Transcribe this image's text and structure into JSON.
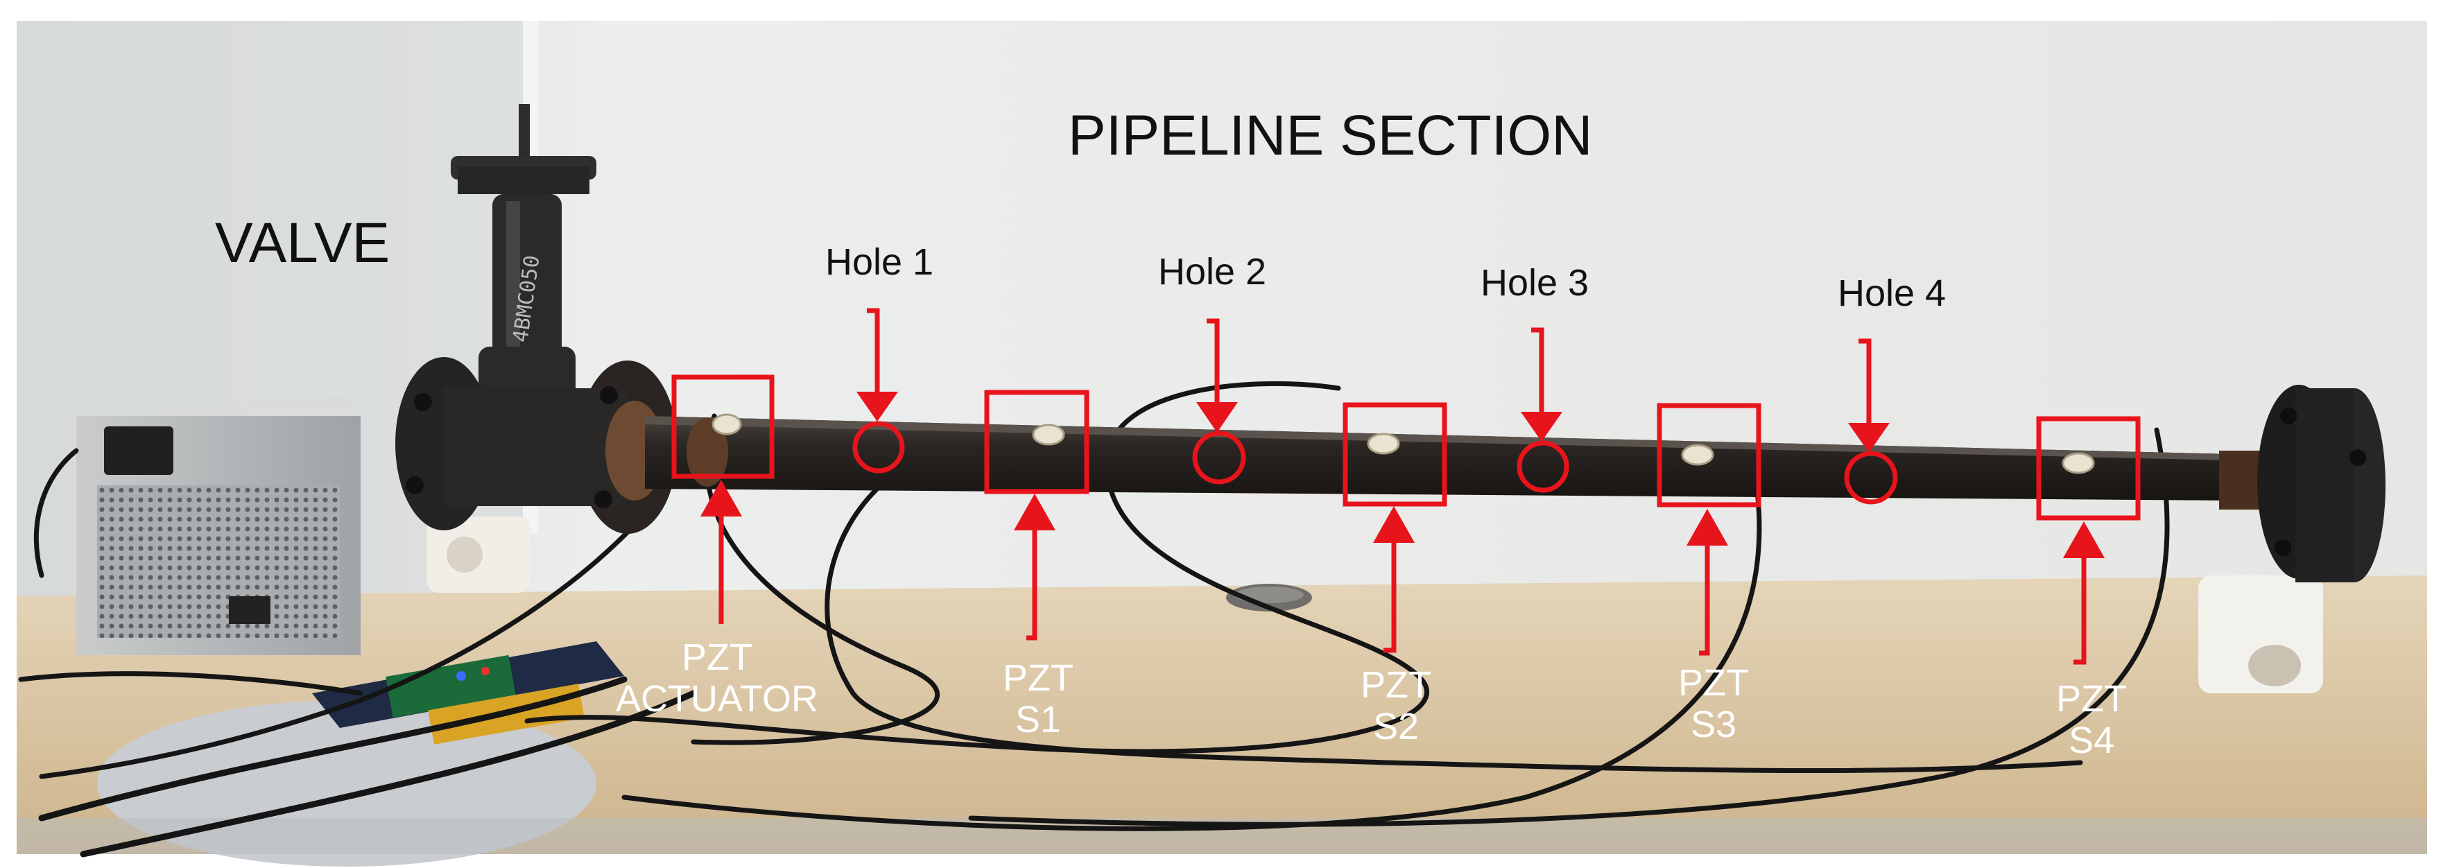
{
  "title": "PIPELINE SECTION",
  "valve_label": "VALVE",
  "holes": [
    {
      "label": "Hole 1"
    },
    {
      "label": "Hole 2"
    },
    {
      "label": "Hole 3"
    },
    {
      "label": "Hole 4"
    }
  ],
  "sensors": [
    {
      "line1": "PZT",
      "line2": "ACTUATOR"
    },
    {
      "line1": "PZT",
      "line2": "S1"
    },
    {
      "line1": "PZT",
      "line2": "S2"
    },
    {
      "line1": "PZT",
      "line2": "S3"
    },
    {
      "line1": "PZT",
      "line2": "S4"
    }
  ],
  "colors": {
    "annotation": "#e8141c",
    "pipe": "#26221f",
    "wall": "#e8e8e6",
    "table": "#d8c3a0"
  }
}
